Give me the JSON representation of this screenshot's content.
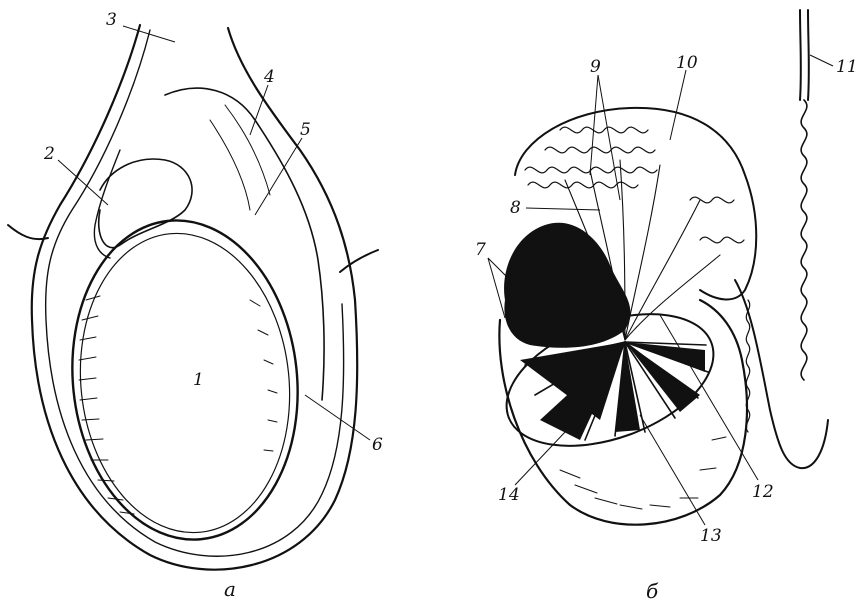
{
  "panel_a": {
    "caption": "а",
    "labels": {
      "l1": "1",
      "l2": "2",
      "l3": "3",
      "l4": "4",
      "l5": "5",
      "l6": "6"
    }
  },
  "panel_b": {
    "caption": "б",
    "labels": {
      "l7": "7",
      "l8": "8",
      "l9": "9",
      "l10": "10",
      "l11": "11",
      "l12": "12",
      "l13": "13",
      "l14": "14"
    }
  },
  "colors": {
    "ink": "#111111",
    "paper": "#ffffff"
  }
}
